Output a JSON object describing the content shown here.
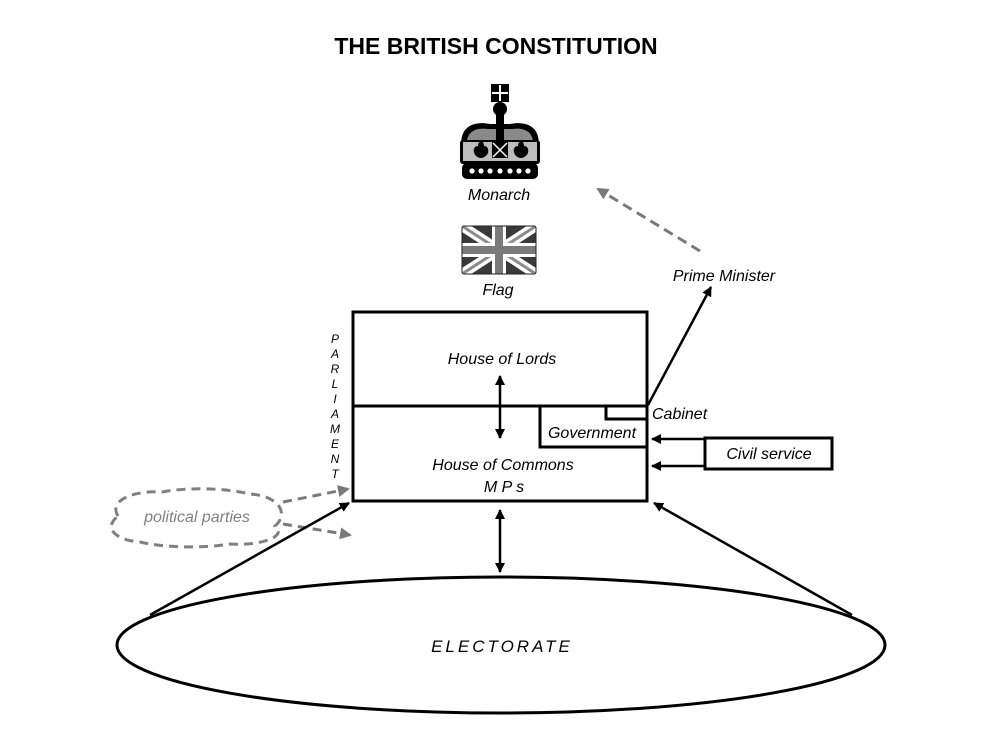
{
  "title": "THE BRITISH CONSTITUTION",
  "monarch": {
    "label": "Monarch",
    "icon": "crown-icon"
  },
  "flag": {
    "label": "Flag",
    "icon": "union-flag-icon"
  },
  "prime_minister": {
    "label": "Prime Minister"
  },
  "parliament": {
    "letters": [
      "P",
      "A",
      "R",
      "L",
      "I",
      "A",
      "M",
      "E",
      "N",
      "T"
    ],
    "house_of_lords": "House of Lords",
    "house_of_commons": "House of Commons",
    "mps": "M P s",
    "government": "Government",
    "cabinet": "Cabinet"
  },
  "civil_service": "Civil service",
  "political_parties": "political parties",
  "electorate": "ELECTORATE",
  "colors": {
    "line": "#000000",
    "secondary": "#808080",
    "background": "#ffffff"
  }
}
